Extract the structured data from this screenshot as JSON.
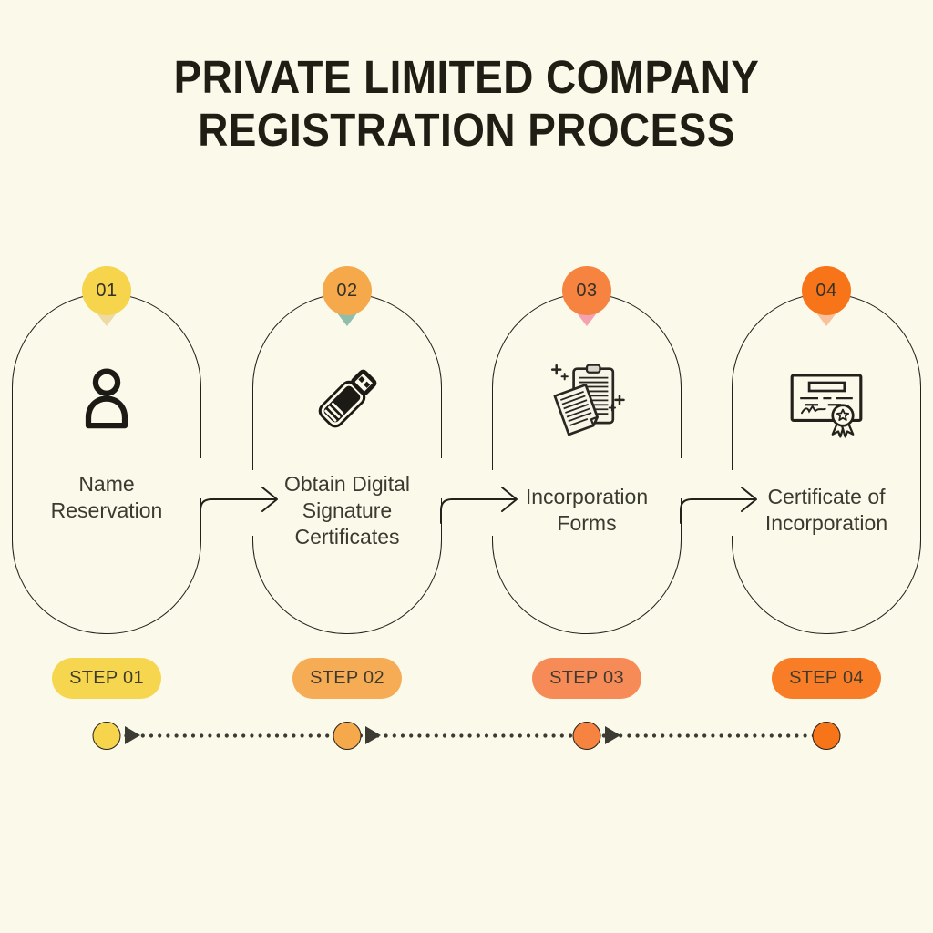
{
  "title": {
    "line1": "PRIVATE LIMITED COMPANY",
    "line2": "REGISTRATION PROCESS"
  },
  "colors": {
    "background": "#FBFAEA",
    "outline": "#23211C",
    "label_text": "#3B3A30",
    "title_text": "#201D15",
    "timeline_dots": "#3B3B33"
  },
  "steps": [
    {
      "number": "01",
      "label": "Name Reservation",
      "pill": "STEP 01",
      "icon": "person-icon",
      "badge_color": "#F6D44B",
      "pill_color": "#F7D64F",
      "pointer_color": "#EEDBA4"
    },
    {
      "number": "02",
      "label": "Obtain Digital Signature Certificates",
      "pill": "STEP 02",
      "icon": "usb-drive-icon",
      "badge_color": "#F6A94B",
      "pill_color": "#F6AC55",
      "pointer_color": "#90BEAC"
    },
    {
      "number": "03",
      "label": "Incorporation Forms",
      "pill": "STEP 03",
      "icon": "documents-icon",
      "badge_color": "#F6833F",
      "pill_color": "#F78B58",
      "pointer_color": "#F5A2AF"
    },
    {
      "number": "04",
      "label": "Certificate of Incorporation",
      "pill": "STEP 04",
      "icon": "certificate-icon",
      "badge_color": "#F87418",
      "pill_color": "#F87D26",
      "pointer_color": "#F9C09B"
    }
  ]
}
